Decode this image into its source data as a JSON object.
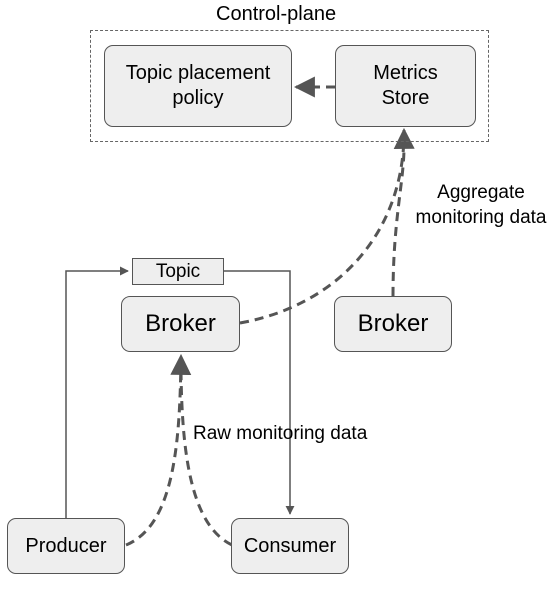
{
  "diagram": {
    "control_plane": {
      "title": "Control-plane",
      "placement_policy": "Topic placement policy",
      "metrics_store": "Metrics Store"
    },
    "topic": "Topic",
    "broker_left": "Broker",
    "broker_right": "Broker",
    "producer": "Producer",
    "consumer": "Consumer",
    "edge_labels": {
      "aggregate": "Aggregate monitoring data",
      "raw": "Raw monitoring data"
    }
  }
}
